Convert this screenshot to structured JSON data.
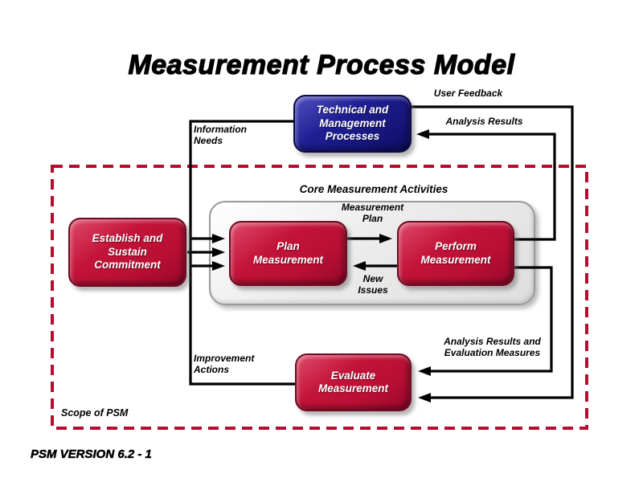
{
  "title": "Measurement Process Model",
  "footer": "PSM VERSION 6.2 - 1",
  "scope_label": "Scope of PSM",
  "core_label": "Core Measurement Activities",
  "boxes": {
    "technical": "Technical and Management Processes",
    "establish": "Establish and Sustain Commitment",
    "plan": "Plan Measurement",
    "perform": "Perform Measurement",
    "evaluate": "Evaluate Measurement"
  },
  "flows": {
    "user_feedback": "User Feedback",
    "analysis_results": "Analysis Results",
    "information_needs": "Information Needs",
    "improvement_actions": "Improvement Actions",
    "measurement_plan": "Measurement Plan",
    "new_issues": "New Issues",
    "analysis_results_eval": "Analysis Results and Evaluation Measures"
  },
  "colors": {
    "process_red": "#c31339",
    "process_blue": "#1e1e92",
    "scope_dashed_red": "#b50d2e",
    "connector_black": "#000000",
    "container_gray": "#ececec"
  }
}
